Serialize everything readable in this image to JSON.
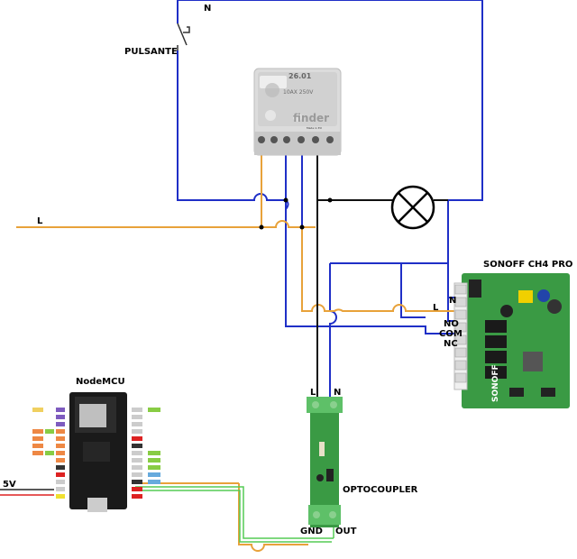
{
  "labels": {
    "neutral_top": "N",
    "button": "PULSANTE",
    "line_left": "L",
    "sonoff_title": "SONOFF CH4 PRO",
    "sonoff_l": "L",
    "sonoff_n": "N",
    "sonoff_no": "NO",
    "sonoff_com": "COM",
    "sonoff_nc": "NC",
    "nodemcu_title": "NodeMCU",
    "opto_l": "L",
    "opto_n": "N",
    "opto_title": "OPTOCOUPLER",
    "opto_gnd": "GND",
    "opto_out": "OUT",
    "supply": "5V"
  },
  "relay": {
    "model": "26.01",
    "brand": "finder",
    "rating": "10AX 250V",
    "origin": "Made in EU"
  },
  "sonoff_logo": "SONOFF",
  "colors": {
    "neutral_wire": "#1f2fc7",
    "line_wire": "#e8a23a",
    "signal_wire": "#111111",
    "data_wire": "#55cc55",
    "supply_red": "#dd2222",
    "pcb_green": "#3a9a44",
    "mcu_black": "#1a1a1a"
  },
  "icons": [
    "push-button-icon",
    "lamp-icon"
  ]
}
